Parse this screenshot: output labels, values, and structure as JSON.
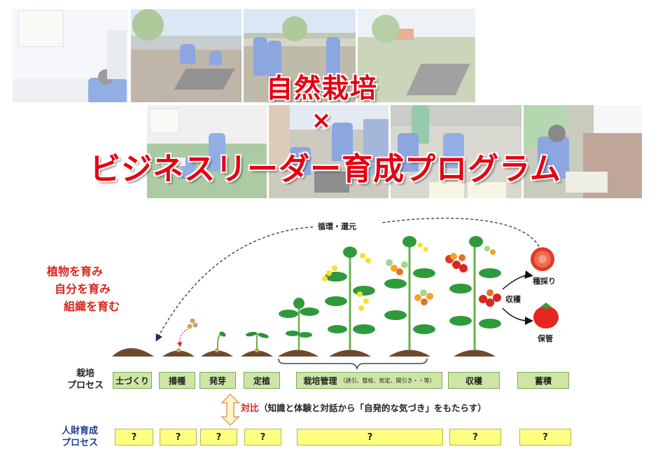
{
  "header": {
    "title_line1": "自然栽培",
    "title_line2": "×",
    "title_line3": "ビジネスリーダー育成プログラム",
    "title_color": "#e60012",
    "photos": [
      {
        "name": "photo-classroom-lecture"
      },
      {
        "name": "photo-field-soil-prep"
      },
      {
        "name": "photo-field-discussion"
      },
      {
        "name": "photo-field-rows"
      },
      {
        "name": "photo-outdoor-workshop"
      },
      {
        "name": "photo-planting-pots"
      },
      {
        "name": "photo-group-observing"
      },
      {
        "name": "photo-planter-trellis"
      }
    ]
  },
  "slogan": {
    "lines": [
      "植物を育み",
      "自分を育み",
      "組織を育む"
    ],
    "color": "#d7261e"
  },
  "diagram": {
    "cycle_label": "循環・還元",
    "harvest_label": "収穫",
    "seed_collect_label": "種採り",
    "storage_label": "保管",
    "stages_illustrated": [
      "soil",
      "seed",
      "sprout",
      "seedling",
      "young-plant",
      "flowering-plant",
      "fruiting-plant",
      "ripe-plant"
    ]
  },
  "cultivation_process": {
    "row_label_line1": "栽培",
    "row_label_line2": "プロセス",
    "steps": [
      {
        "label": "土づくり",
        "sub": ""
      },
      {
        "label": "播種",
        "sub": ""
      },
      {
        "label": "発芽",
        "sub": ""
      },
      {
        "label": "定植",
        "sub": ""
      },
      {
        "label": "栽培管理",
        "sub": "（誘引、整枝、剪定、間引き・・等）"
      },
      {
        "label": "収穫",
        "sub": ""
      },
      {
        "label": "蓄積",
        "sub": ""
      }
    ],
    "box_color": "#cde6a6"
  },
  "contrast": {
    "keyword": "対比",
    "description": "（知識と体験と対話から「自発的な気づき」をもたらす）"
  },
  "hr_process": {
    "row_label_line1": "人財育成",
    "row_label_line2": "プロセス",
    "label_color": "#1f3f8f",
    "steps": [
      "?",
      "?",
      "?",
      "?",
      "?",
      "?",
      "?"
    ],
    "box_color": "#ffff80"
  }
}
